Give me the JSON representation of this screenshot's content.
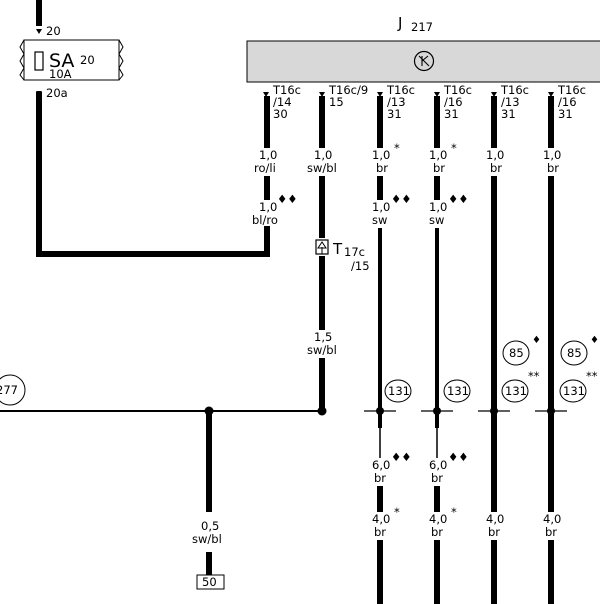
{
  "fuse": {
    "top_pin": "20",
    "bottom_pin": "20a",
    "name": "SA",
    "number": "20",
    "rating": "10A"
  },
  "component": {
    "designation": "J",
    "number": "217"
  },
  "pins": [
    {
      "l1": "T16c",
      "l2": "/14",
      "l3": "30"
    },
    {
      "l1": "T16c/9",
      "l2": "15",
      "l3": ""
    },
    {
      "l1": "T16c",
      "l2": "/13",
      "l3": "31"
    },
    {
      "l1": "T16c",
      "l2": "/16",
      "l3": "31"
    },
    {
      "l1": "T16c",
      "l2": "/13",
      "l3": "31"
    },
    {
      "l1": "T16c",
      "l2": "/16",
      "l3": "31"
    }
  ],
  "wires": {
    "w1": {
      "a_size": "1,0",
      "a_color": "ro/li",
      "b_size": "1,0",
      "b_color": "bl/ro",
      "b_mark": "♦♦"
    },
    "w2": {
      "a_size": "1,0",
      "a_color": "sw/bl",
      "b_size": "1,5",
      "b_color": "sw/bl"
    },
    "w3": {
      "a_size": "1,0",
      "a_color": "br",
      "a_mark": "*",
      "b_size": "1,0",
      "b_color": "sw",
      "b_mark": "♦♦",
      "c_size": "6,0",
      "c_color": "br",
      "c_mark": "♦♦",
      "d_size": "4,0",
      "d_color": "br",
      "d_mark": "*"
    },
    "w4": {
      "a_size": "1,0",
      "a_color": "br",
      "a_mark": "*",
      "b_size": "1,0",
      "b_color": "sw",
      "b_mark": "♦♦",
      "c_size": "6,0",
      "c_color": "br",
      "c_mark": "♦♦",
      "d_size": "4,0",
      "d_color": "br",
      "d_mark": "*"
    },
    "w5": {
      "a_size": "1,0",
      "a_color": "br",
      "d_size": "4,0",
      "d_color": "br"
    },
    "w6": {
      "a_size": "1,0",
      "a_color": "br",
      "d_size": "4,0",
      "d_color": "br"
    }
  },
  "connector": {
    "name": "T",
    "sub": "17c",
    "pin": "/15"
  },
  "ground_wire": {
    "size": "0,5",
    "color": "sw/bl",
    "terminal": "50"
  },
  "refs": {
    "r277": "277",
    "r131": "131",
    "r85": "85",
    "star2": "**",
    "diamond": "♦"
  }
}
